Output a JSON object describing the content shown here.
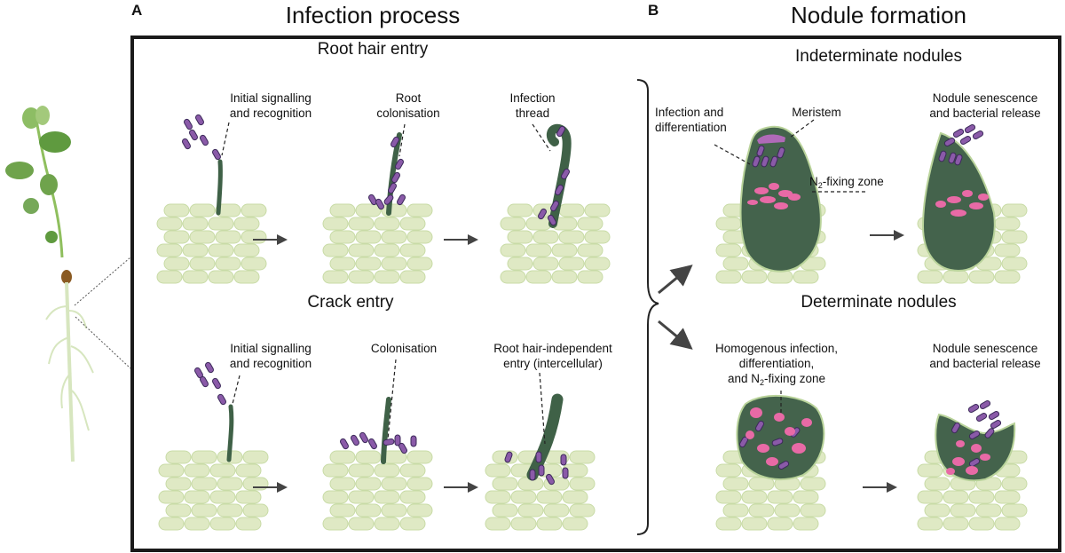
{
  "panels": {
    "a": {
      "letter": "A",
      "title": "Infection process",
      "rows": [
        {
          "title": "Root hair entry",
          "stages": [
            {
              "label_line1": "Initial signalling",
              "label_line2": "and recognition"
            },
            {
              "label_line1": "Root",
              "label_line2": "colonisation"
            },
            {
              "label_line1": "Infection",
              "label_line2": "thread"
            }
          ]
        },
        {
          "title": "Crack entry",
          "stages": [
            {
              "label_line1": "Initial signalling",
              "label_line2": "and recognition"
            },
            {
              "label_line1": "Colonisation",
              "label_line2": ""
            },
            {
              "label_line1": "Root hair-independent",
              "label_line2": "entry (intercellular)"
            }
          ]
        }
      ]
    },
    "b": {
      "letter": "B",
      "title": "Nodule formation",
      "indeterminate": {
        "title": "Indeterminate nodules",
        "labels": {
          "infection_line1": "Infection and",
          "infection_line2": "differentiation",
          "meristem": "Meristem",
          "n2_prefix": "N",
          "n2_sub": "2",
          "n2_suffix": "-fixing zone",
          "senescence_line1": "Nodule senescence",
          "senescence_line2": "and bacterial release"
        }
      },
      "determinate": {
        "title": "Determinate nodules",
        "labels": {
          "homog_line1": "Homogenous infection,",
          "homog_line2": "differentiation,",
          "homog_line3_prefix": "and N",
          "homog_line3_sub": "2",
          "homog_line3_suffix": "-fixing zone",
          "senescence_line1": "Nodule senescence",
          "senescence_line2": "and bacterial release"
        }
      }
    }
  },
  "colors": {
    "cell_fill": "#dfe9c4",
    "cell_stroke": "#c8dba6",
    "hair": "#3f6147",
    "nodule": "#44634c",
    "bacteria": "#8a5aa8",
    "bacteria_stroke": "#3c2a5a",
    "n2_zone": "#e86aa6",
    "meristem": "#b06ab8",
    "plant_leaf": "#6fa34c",
    "root": "#d7e6bf",
    "arrow": "#444444",
    "frame": "#1a1a1a"
  }
}
